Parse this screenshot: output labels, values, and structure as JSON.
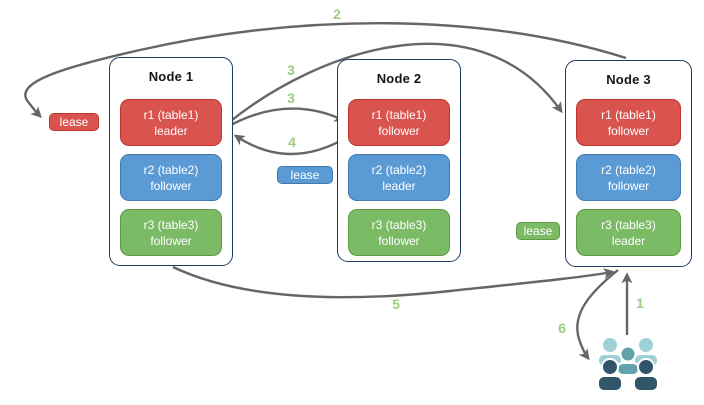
{
  "nodes": [
    {
      "title": "Node 1",
      "ranges": [
        {
          "label": "r1 (table1)",
          "role": "leader",
          "color": "red"
        },
        {
          "label": "r2 (table2)",
          "role": "follower",
          "color": "blue"
        },
        {
          "label": "r3 (table3)",
          "role": "follower",
          "color": "green"
        }
      ]
    },
    {
      "title": "Node 2",
      "ranges": [
        {
          "label": "r1 (table1)",
          "role": "follower",
          "color": "red"
        },
        {
          "label": "r2 (table2)",
          "role": "leader",
          "color": "blue"
        },
        {
          "label": "r3 (table3)",
          "role": "follower",
          "color": "green"
        }
      ]
    },
    {
      "title": "Node 3",
      "ranges": [
        {
          "label": "r1 (table1)",
          "role": "follower",
          "color": "red"
        },
        {
          "label": "r2 (table2)",
          "role": "follower",
          "color": "blue"
        },
        {
          "label": "r3 (table3)",
          "role": "leader",
          "color": "green"
        }
      ]
    }
  ],
  "leases": [
    {
      "label": "lease",
      "color": "red"
    },
    {
      "label": "lease",
      "color": "blue"
    },
    {
      "label": "lease",
      "color": "green"
    }
  ],
  "steps": {
    "n1": "1",
    "n2": "2",
    "n3a": "3",
    "n3b": "3",
    "n4": "4",
    "n5": "5",
    "n6": "6"
  },
  "icons": {
    "users": "users-group-icon"
  },
  "colors": {
    "range_red": "#d9534f",
    "range_red_border": "#bf342f",
    "range_blue": "#5b9bd5",
    "range_blue_border": "#4379ad",
    "range_green": "#7cbb66",
    "range_green_border": "#5d9a47",
    "node_border": "#1f3c64",
    "arrow": "#666666",
    "step_label": "#9dcc82",
    "users_light": "#9ed1d5",
    "users_medium": "#61a2ab",
    "users_dark": "#31566a"
  }
}
